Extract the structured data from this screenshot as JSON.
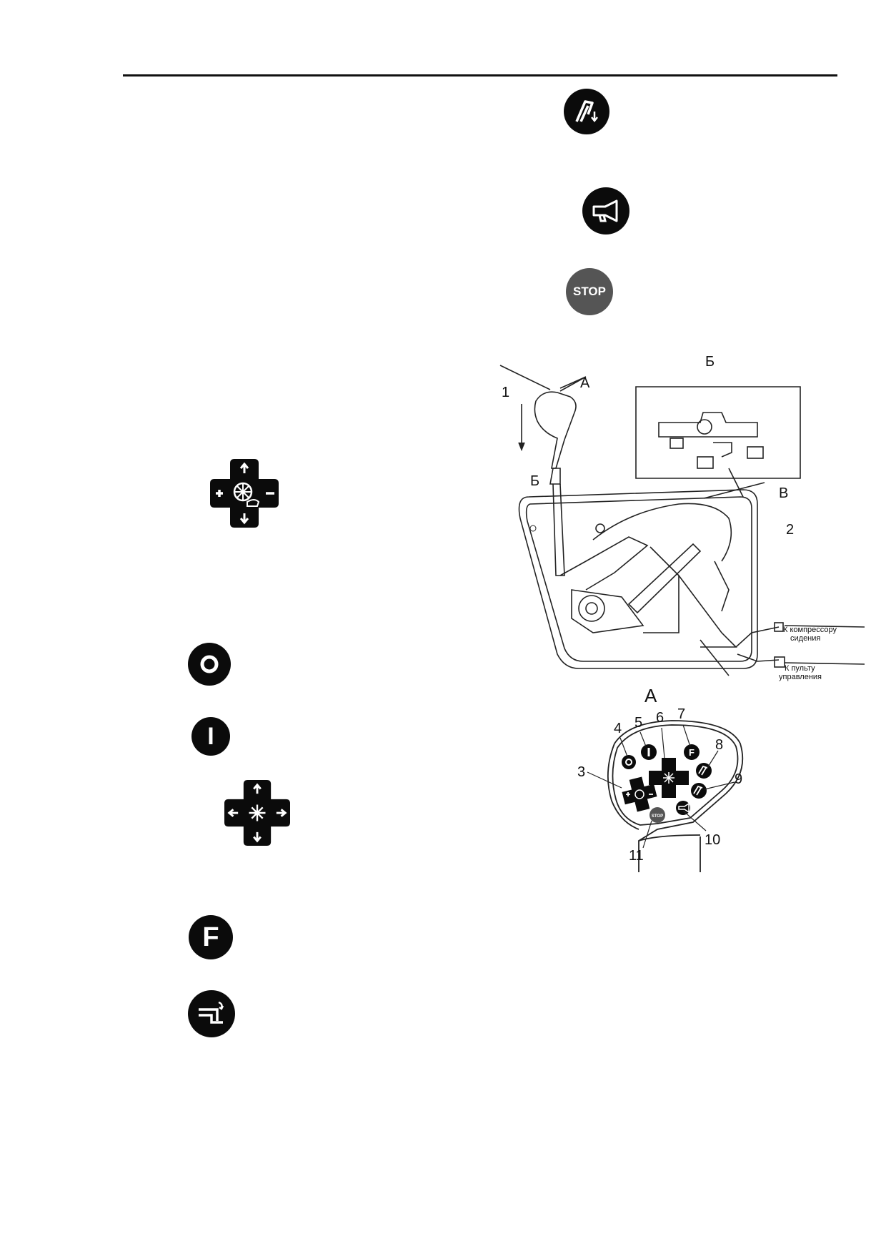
{
  "icons": {
    "stop_label": "STOP",
    "f_label": "F",
    "on_label": "I",
    "mini_stop_label": "STOP",
    "mini_f_label": "F"
  },
  "figure": {
    "view_a_top": "А",
    "view_b_top": "Б",
    "arrow_b": "Б",
    "label_v": "В",
    "label_a_bottom": "А",
    "callouts": [
      "1",
      "2",
      "3",
      "4",
      "5",
      "6",
      "7",
      "8",
      "9",
      "10",
      "11"
    ],
    "to_seat_line1": "К компрессору",
    "to_seat_line2": "сидения",
    "to_panel_line1": "К пульту",
    "to_panel_line2": "управления"
  },
  "colors": {
    "icon_black": "#0b0b0b",
    "stop_gray": "#555555",
    "line": "#222222"
  }
}
